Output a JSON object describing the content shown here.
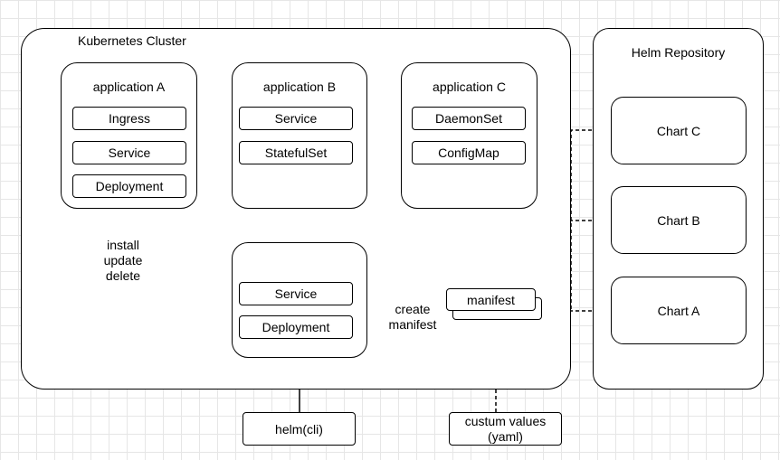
{
  "cluster": {
    "title": "Kubernetes Cluster"
  },
  "apps": [
    {
      "title": "application A",
      "resources": [
        "Ingress",
        "Service",
        "Deployment"
      ]
    },
    {
      "title": "application B",
      "resources": [
        "Service",
        "StatefulSet"
      ]
    },
    {
      "title": "application C",
      "resources": [
        "DaemonSet",
        "ConfigMap"
      ]
    }
  ],
  "helm_pod": {
    "resources": [
      "Service",
      "Deployment"
    ]
  },
  "actions": {
    "line1": "install",
    "line2": "update",
    "line3": "delete"
  },
  "create_manifest": {
    "line1": "create",
    "line2": "manifest"
  },
  "manifest": {
    "label": "manifest"
  },
  "helm_cli": {
    "label": "helm(cli)"
  },
  "custom_values": {
    "line1": "custum values",
    "line2": "(yaml)"
  },
  "helm_repo": {
    "title": "Helm Repository",
    "charts": [
      "Chart C",
      "Chart B",
      "Chart A"
    ]
  }
}
